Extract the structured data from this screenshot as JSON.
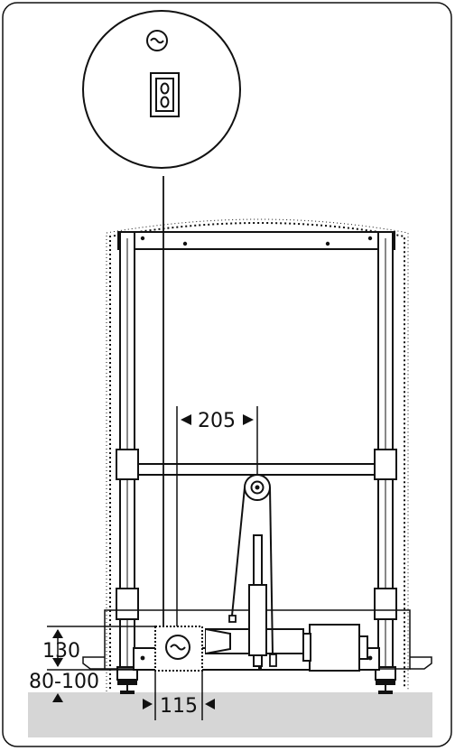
{
  "colors": {
    "stroke": "#111111",
    "floor": "#d6d6d6",
    "background": "#ffffff"
  },
  "icons": {
    "power_symbol": "ac-power-icon",
    "outlet": "double-socket-icon",
    "motor_symbol": "ac-power-icon"
  },
  "dimensions": {
    "socket_offset": "205",
    "box_height": "130",
    "floor_clearance": "80-100",
    "box_width": "115"
  }
}
